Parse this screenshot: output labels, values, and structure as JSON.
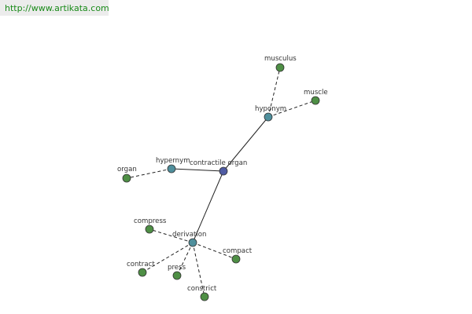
{
  "header": {
    "url": "http://www.artikata.com"
  },
  "colors": {
    "center_node": "#4f5ba3",
    "relation_node": "#4f8f9c",
    "word_node": "#4e8f45",
    "url_text": "#188a18"
  },
  "graph": {
    "nodes": [
      {
        "id": "center",
        "label": "contractile organ",
        "kind": "center"
      },
      {
        "id": "hyponym",
        "label": "hyponym",
        "kind": "relation"
      },
      {
        "id": "hypernym",
        "label": "hypernym",
        "kind": "relation"
      },
      {
        "id": "derivation",
        "label": "derivation",
        "kind": "relation"
      },
      {
        "id": "musculus",
        "label": "musculus",
        "kind": "word"
      },
      {
        "id": "muscle",
        "label": "muscle",
        "kind": "word"
      },
      {
        "id": "organ",
        "label": "organ",
        "kind": "word"
      },
      {
        "id": "compress",
        "label": "compress",
        "kind": "word"
      },
      {
        "id": "compact",
        "label": "compact",
        "kind": "word"
      },
      {
        "id": "contract",
        "label": "contract",
        "kind": "word"
      },
      {
        "id": "press",
        "label": "press",
        "kind": "word"
      },
      {
        "id": "constrict",
        "label": "constrict",
        "kind": "word"
      }
    ],
    "edges": [
      {
        "from": "center",
        "to": "hyponym",
        "style": "solid"
      },
      {
        "from": "center",
        "to": "hypernym",
        "style": "solid"
      },
      {
        "from": "center",
        "to": "derivation",
        "style": "solid"
      },
      {
        "from": "hyponym",
        "to": "musculus",
        "style": "dashed"
      },
      {
        "from": "hyponym",
        "to": "muscle",
        "style": "dashed"
      },
      {
        "from": "hypernym",
        "to": "organ",
        "style": "dashed"
      },
      {
        "from": "derivation",
        "to": "compress",
        "style": "dashed"
      },
      {
        "from": "derivation",
        "to": "compact",
        "style": "dashed"
      },
      {
        "from": "derivation",
        "to": "contract",
        "style": "dashed"
      },
      {
        "from": "derivation",
        "to": "press",
        "style": "dashed"
      },
      {
        "from": "derivation",
        "to": "constrict",
        "style": "dashed"
      }
    ]
  }
}
